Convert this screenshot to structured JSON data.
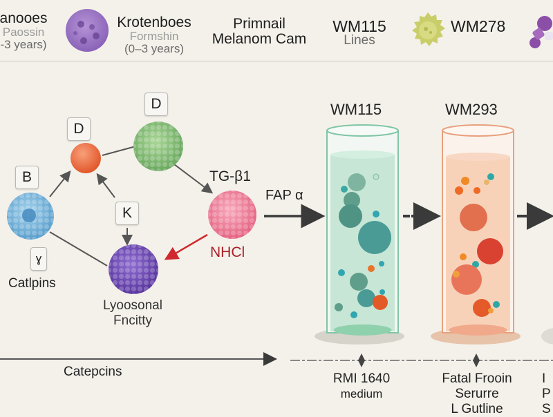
{
  "header": {
    "items": [
      {
        "title": "anooes",
        "subtitle_lines": [
          "Paossin",
          "-3 years)"
        ]
      },
      {
        "title": "Krotenboes",
        "subtitle_lines": [
          "Formshin",
          "(0–3 years)"
        ]
      },
      {
        "title_lines": [
          "Primnail",
          "Melanom Cam"
        ]
      },
      {
        "title": "WM115",
        "subtitle_lines": [
          "Lines"
        ]
      },
      {
        "title": "WM278"
      }
    ],
    "icons": [
      "purple-cell-icon",
      "yellow-cell-icon",
      "purple-molecule-icon"
    ]
  },
  "network": {
    "node_labels": {
      "top_left_box": "D",
      "top_right_box": "D",
      "left_box": "B",
      "middle_box": "K",
      "bottom_left_box": "ɣ"
    },
    "text_labels": {
      "catpins": "Catlpins",
      "lysosomal_line1": "Lyoosonal",
      "lysosomal_line2": "Fncitty",
      "tgf": "TG-β1",
      "nhcl": "NHCl",
      "fap": "FAP α"
    },
    "colors": {
      "blue_cell": "#6fb2d8",
      "orange_cell": "#ee6b3b",
      "green_cell": "#7fba6f",
      "pink_cell": "#ee7c97",
      "purple_cell": "#6d4bb3",
      "inhibit_arrow": "#d0282e",
      "nhcl_text": "#a8202a"
    }
  },
  "tubes": [
    {
      "label": "WM115",
      "fill_color": "#bfe3cf",
      "border_color": "#7fc5a6"
    },
    {
      "label": "WM293",
      "fill_color": "#f6c9ad",
      "border_color": "#e8a07d"
    }
  ],
  "timeline": {
    "left_label": "Catepcins",
    "markers": [
      {
        "lines": [
          "RMI 1640",
          "medium"
        ]
      },
      {
        "lines": [
          "Fatal Frooin",
          "Serurre",
          "L Gutline"
        ]
      },
      {
        "lines": [
          "I",
          "P",
          "S"
        ]
      }
    ]
  }
}
